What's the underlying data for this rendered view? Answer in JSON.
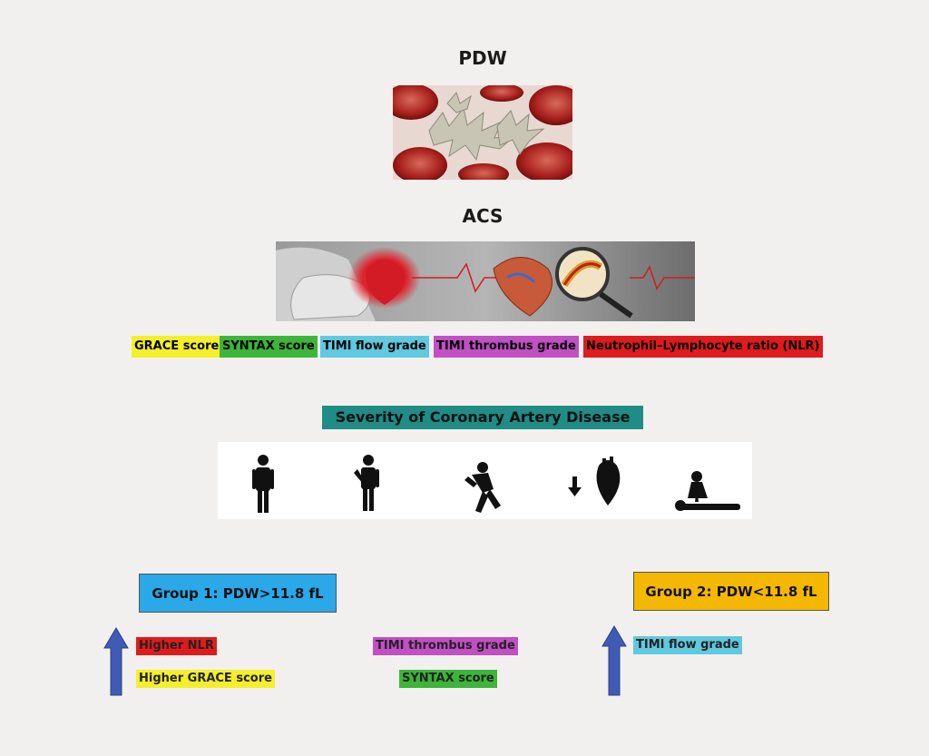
{
  "headings": {
    "pdw": "PDW",
    "acs": "ACS"
  },
  "scores": [
    {
      "label": "GRACE score",
      "color": "#f4ef2a"
    },
    {
      "label": "SYNTAX score",
      "color": "#3db53a"
    },
    {
      "label": "TIMI flow grade",
      "color": "#5fc9e0"
    },
    {
      "label": "TIMI thrombus grade",
      "color": "#c24fc4"
    },
    {
      "label": "Neutrophil–Lymphocyte ratio (NLR)",
      "color": "#e01b1b"
    }
  ],
  "severity": {
    "title": "Severity of Coronary Artery Disease",
    "color": "#1f8c85"
  },
  "stage_icons": [
    "standing-person-icon",
    "chest-pain-person-icon",
    "collapsing-person-icon",
    "heart-down-arrow-icon",
    "cpr-icon"
  ],
  "group1": {
    "label": "Group 1: PDW>11.8 fL",
    "color": "#2aa8e8",
    "findings": [
      {
        "label": "Higher NLR",
        "color": "#e01b1b"
      },
      {
        "label": "Higher GRACE score",
        "color": "#f4ef2a"
      },
      {
        "label": "TIMI thrombus grade",
        "color": "#c24fc4"
      },
      {
        "label": "SYNTAX score",
        "color": "#3db53a"
      }
    ]
  },
  "group2": {
    "label": "Group 2: PDW<11.8 fL",
    "color": "#f5b800",
    "findings": [
      {
        "label": "TIMI flow grade",
        "color": "#5fc9e0"
      }
    ]
  },
  "arrow_color": "#3f5bb5"
}
